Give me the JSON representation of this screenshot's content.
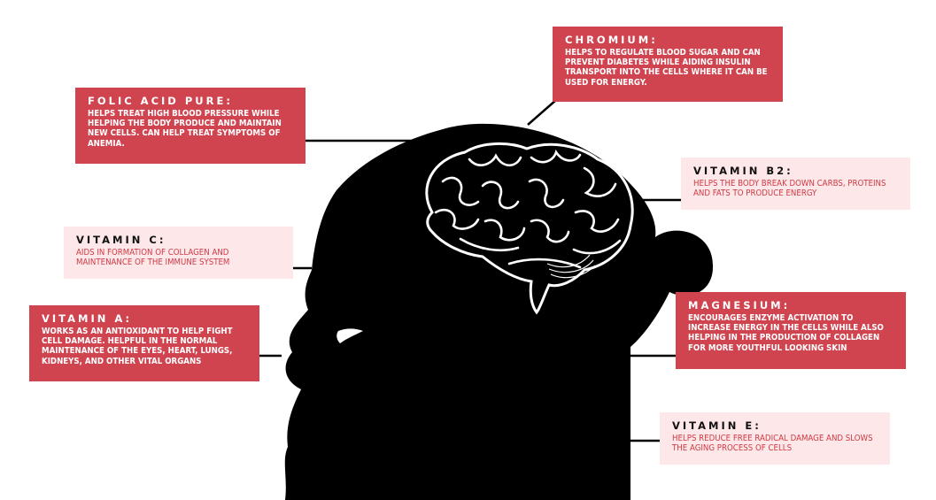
{
  "colors": {
    "accent": "#d04450",
    "light": "#fde7e8",
    "silhouette": "#000000"
  },
  "nutrients": [
    {
      "id": "chromium",
      "style": "dark",
      "title": "CHROMIUM:",
      "desc": "Helps to regulate blood sugar and can prevent diabetes while aiding insulin transport into the cells where it can be used for energy."
    },
    {
      "id": "folic-acid",
      "style": "dark",
      "title": "FOLIC ACID PURE:",
      "desc": "Helps treat high blood pressure while helping the body produce and maintain new cells. Can help treat symptoms of anemia."
    },
    {
      "id": "vitamin-b2",
      "style": "light",
      "title": "VITAMIN B2:",
      "desc": "Helps the body break down carbs, proteins and fats to produce energy"
    },
    {
      "id": "vitamin-c",
      "style": "light",
      "title": "VITAMIN C:",
      "desc": "Aids in formation of collagen and maintenance of the immune system"
    },
    {
      "id": "vitamin-a",
      "style": "dark",
      "title": "VITAMIN A:",
      "desc": "Works as an antioxidant to help fight cell damage. Helpful in the normal maintenance of the eyes, heart, lungs, kidneys, and other vital organs"
    },
    {
      "id": "magnesium",
      "style": "dark",
      "title": "MAGNESIUM:",
      "desc": "Encourages enzyme activation to increase energy in the cells while also helping in the production of collagen for more youthful looking skin"
    },
    {
      "id": "vitamin-e",
      "style": "light",
      "title": "VITAMIN E:",
      "desc": "Helps reduce free radical damage and slows the aging process of cells"
    }
  ]
}
